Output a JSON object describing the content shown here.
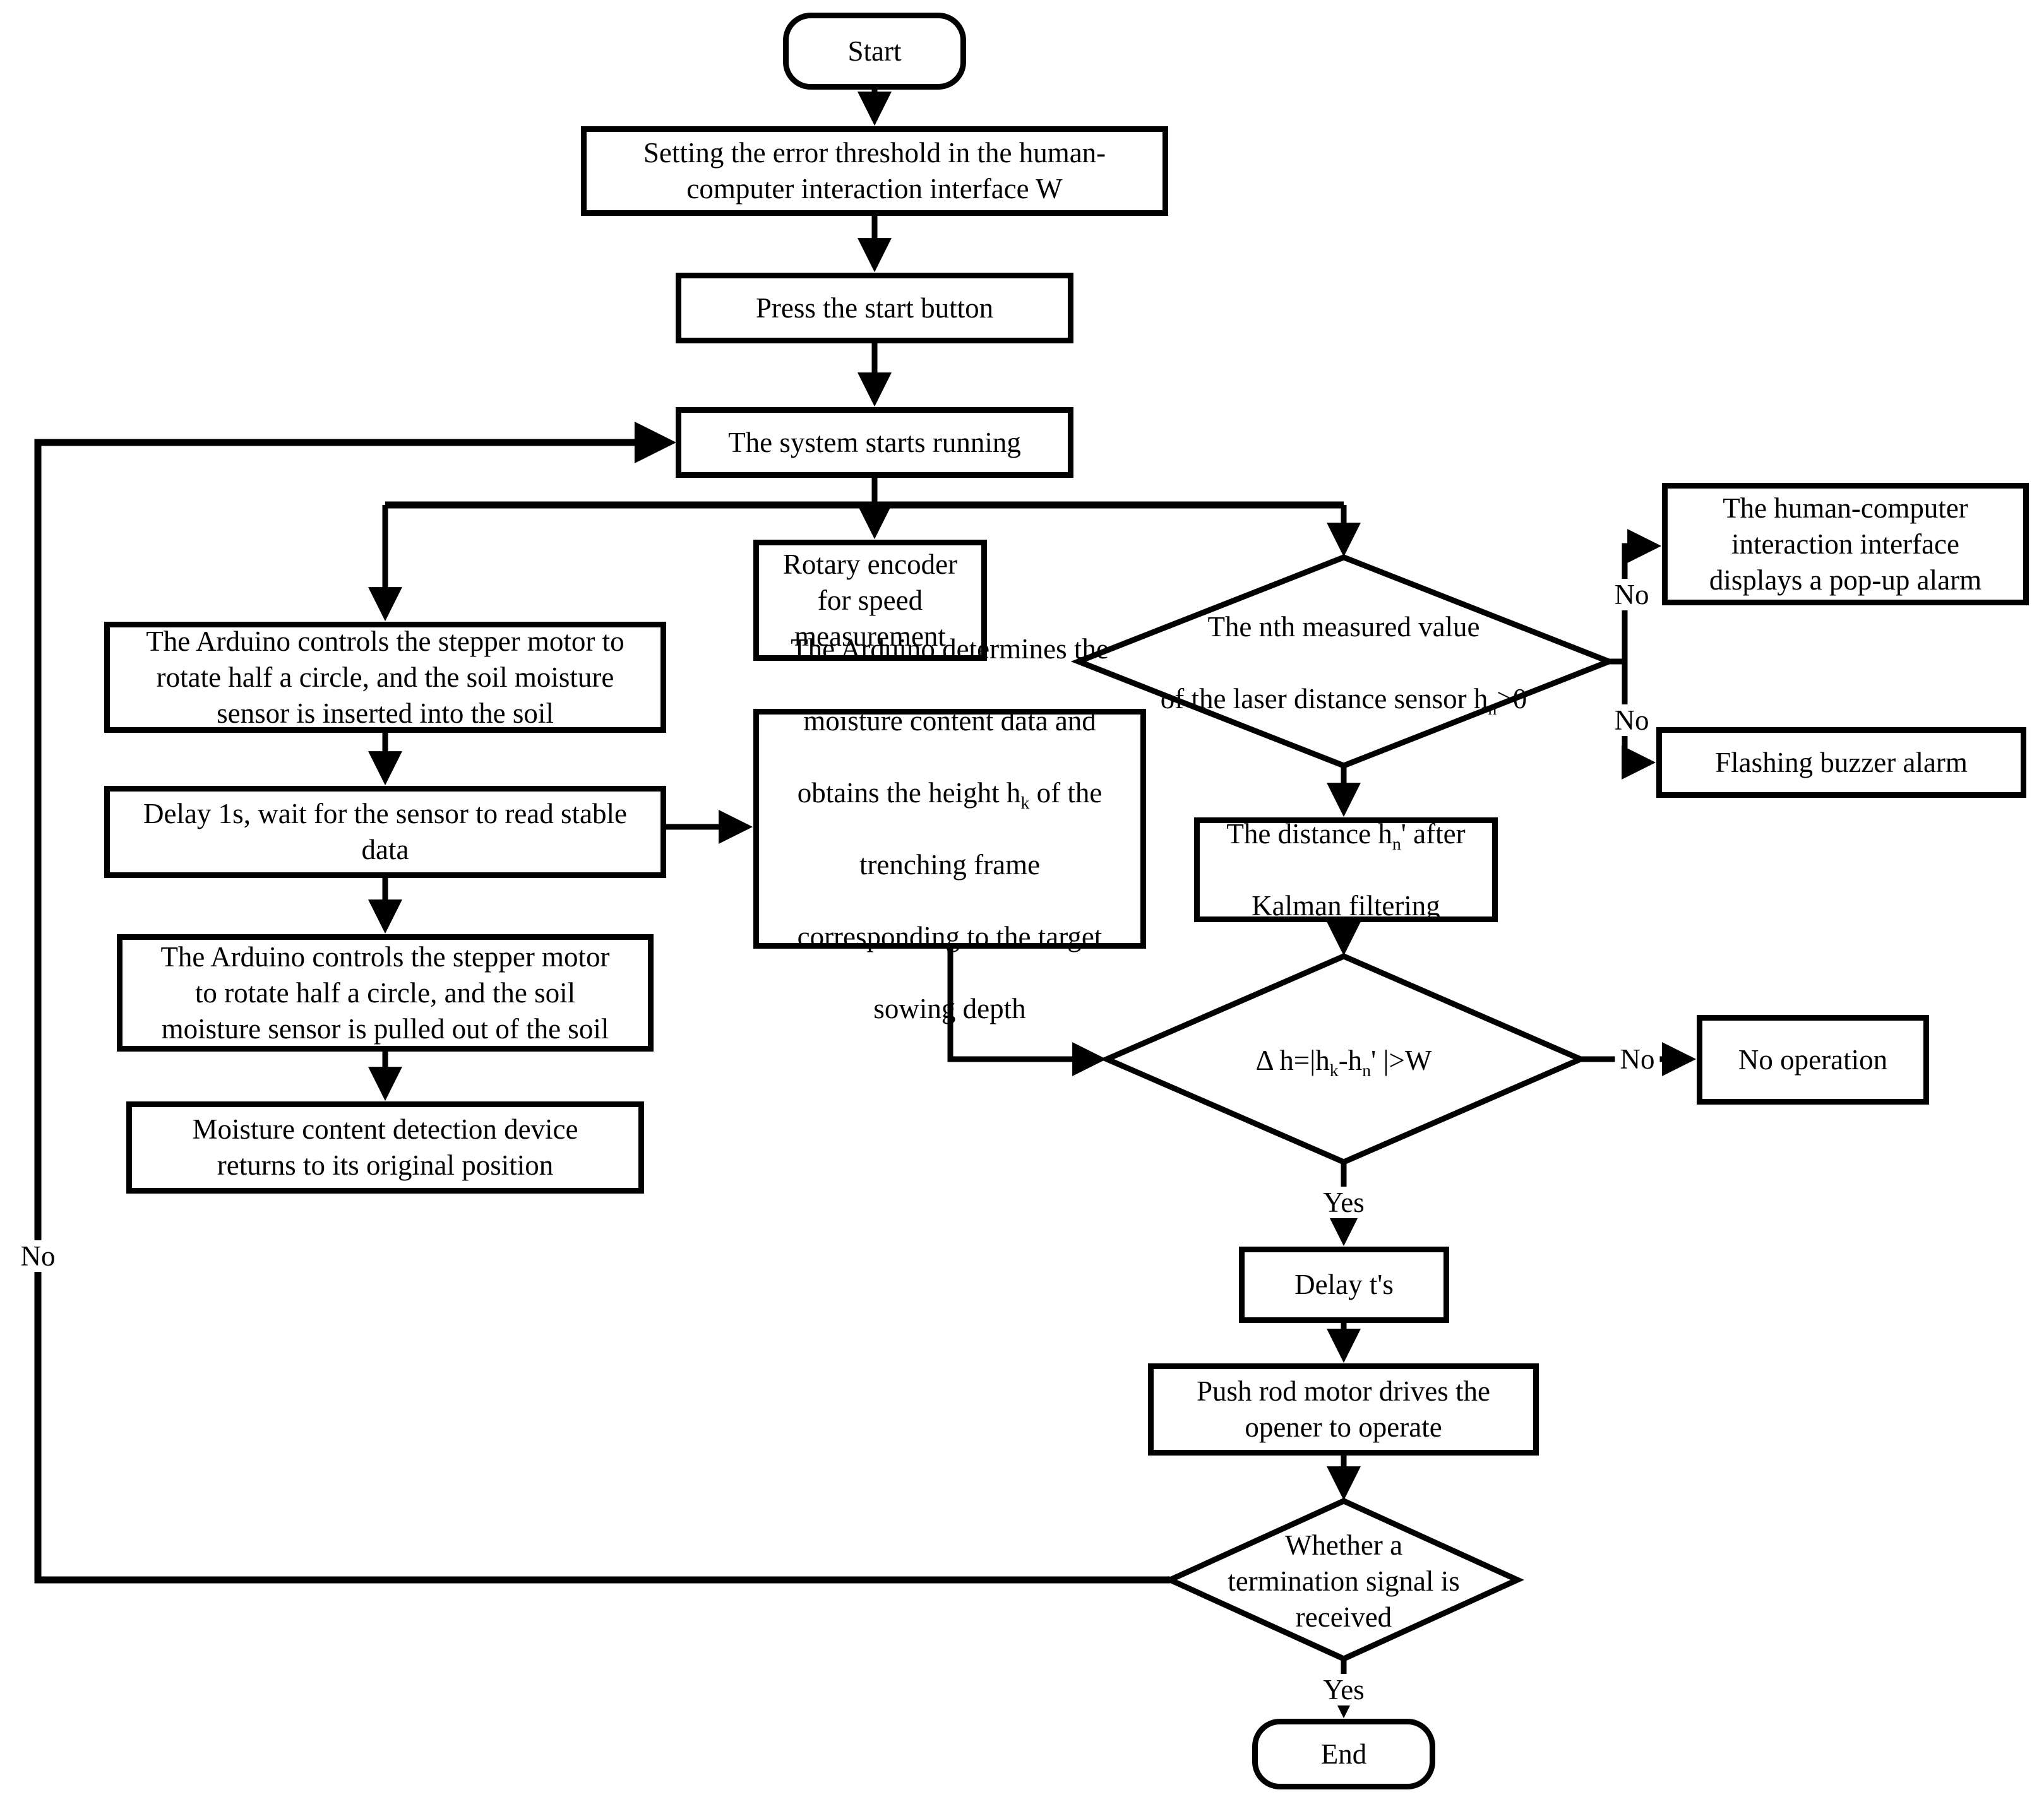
{
  "diagram_type": "flowchart",
  "colors": {
    "line": "#000000",
    "background": "#ffffff",
    "text": "#000000"
  },
  "nodes": {
    "start": {
      "label": "Start"
    },
    "setting": {
      "label": "Setting the error threshold in the human-\ncomputer interaction interface W"
    },
    "press": {
      "label": "Press the start button"
    },
    "system": {
      "label": "The system starts running"
    },
    "rotary": {
      "label": "Rotary encoder\nfor speed\nmeasurement"
    },
    "leftbox1": {
      "label": "The Arduino controls the stepper motor to\nrotate half a circle, and the soil moisture\nsensor is inserted into the soil"
    },
    "delay1s": {
      "label": "Delay 1s, wait for the sensor to read stable\ndata"
    },
    "leftbox2": {
      "label": "The Arduino controls the stepper motor\nto rotate half a circle, and the soil\nmoisture sensor is pulled out of the soil"
    },
    "moisture": {
      "label": "Moisture content detection device\nreturns to its original position"
    },
    "bigbox": {
      "line1": "The Arduino determines the",
      "line2": "moisture content data and",
      "line3_pre": "obtains the height h",
      "line3_sub": "k",
      "line3_post": " of the",
      "line4": "trenching frame",
      "line5": "corresponding to the target",
      "line6": "sowing depth"
    },
    "diamond1": {
      "line1": "The nth measured value",
      "line2_pre": "of the laser distance sensor h",
      "line2_sub": "n",
      "line2_post": ">0"
    },
    "popup": {
      "label": "The human-computer\ninteraction interface\ndisplays a pop-up alarm"
    },
    "buzzer": {
      "label": "Flashing buzzer alarm"
    },
    "kalman": {
      "line1_pre": "The distance h",
      "line1_sub": "n",
      "line1_post": "' after",
      "line2": "Kalman filtering"
    },
    "diamond2": {
      "pre": "Δ h=|h",
      "sub1": "k",
      "mid": "-h",
      "sub2": "n",
      "post": "' |>W"
    },
    "noop": {
      "label": "No operation"
    },
    "delayts": {
      "label": "Delay t's"
    },
    "pushrod": {
      "label": "Push rod motor drives the\nopener to operate"
    },
    "diamond3": {
      "label": "Whether a\ntermination signal is\nreceived"
    },
    "end": {
      "label": "End"
    }
  },
  "edge_labels": {
    "loop_no": "No",
    "alarm_no_top": "No",
    "alarm_no_bottom": "No",
    "threshold_no": "No",
    "threshold_yes": "Yes",
    "termination_yes": "Yes"
  }
}
